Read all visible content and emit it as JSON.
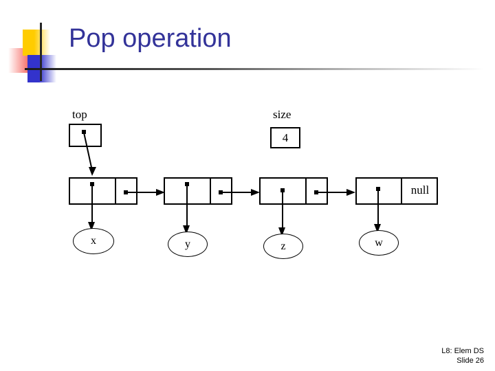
{
  "slide": {
    "title": "Pop operation",
    "accent_color": "#333399",
    "background": "#ffffff"
  },
  "logo": {
    "yellow": "#ffcc00",
    "red": "#f4473f",
    "blue": "#3333cc",
    "cross": "#262626"
  },
  "diagram": {
    "type": "linked-list-stack",
    "pointer": {
      "label": "top",
      "value": ""
    },
    "size": {
      "label": "size",
      "value": "4"
    },
    "terminator": "null",
    "nodes": [
      {
        "data_label": "x"
      },
      {
        "data_label": "y"
      },
      {
        "data_label": "z"
      },
      {
        "data_label": "w"
      }
    ]
  },
  "footer": {
    "line1": "L8: Elem DS",
    "line2": "Slide 26"
  }
}
